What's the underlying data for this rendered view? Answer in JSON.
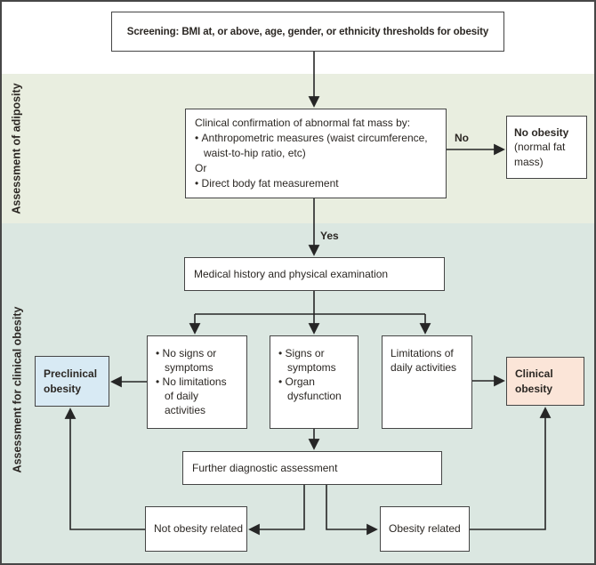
{
  "colors": {
    "band_adiposity": "#e9eee0",
    "band_clinical": "#dbe7e1",
    "preclinical_fill": "#d8eaf4",
    "clinical_fill": "#fbe5d8",
    "box_border": "#454545",
    "outer_border": "#474747",
    "line": "#262626",
    "text": "#2b2723"
  },
  "sections": {
    "adiposity_label": "Assessment of adiposity",
    "clinical_label": "Assessment for clinical obesity"
  },
  "edge_labels": {
    "no": "No",
    "yes": "Yes"
  },
  "nodes": {
    "screening": "Screening: BMI at, or above, age, gender, or ethnicity thresholds for obesity",
    "adiposity_confirmation": {
      "intro": "Clinical confirmation of abnormal fat mass by:",
      "bullets": [
        "Anthropometric measures (waist circumference, waist-to-hip ratio, etc)",
        "Direct body fat measurement"
      ],
      "or_label": "Or"
    },
    "no_obesity": {
      "title": "No obesity",
      "subtitle": "(normal fat mass)"
    },
    "medical_history": "Medical history and physical examination",
    "no_signs_or_symptoms": {
      "bullets": [
        "No signs or symptoms",
        "No limitations of daily activities"
      ]
    },
    "signs_or_symptoms": {
      "bullets": [
        "Signs or symptoms",
        "Organ dysfunction"
      ]
    },
    "limitations": "Limitations of daily activities",
    "preclinical_obesity": "Preclinical obesity",
    "clinical_obesity": "Clinical obesity",
    "further_diagnostic": "Further diagnostic assessment",
    "not_obesity_related": "Not obesity related",
    "obesity_related": "Obesity related"
  }
}
